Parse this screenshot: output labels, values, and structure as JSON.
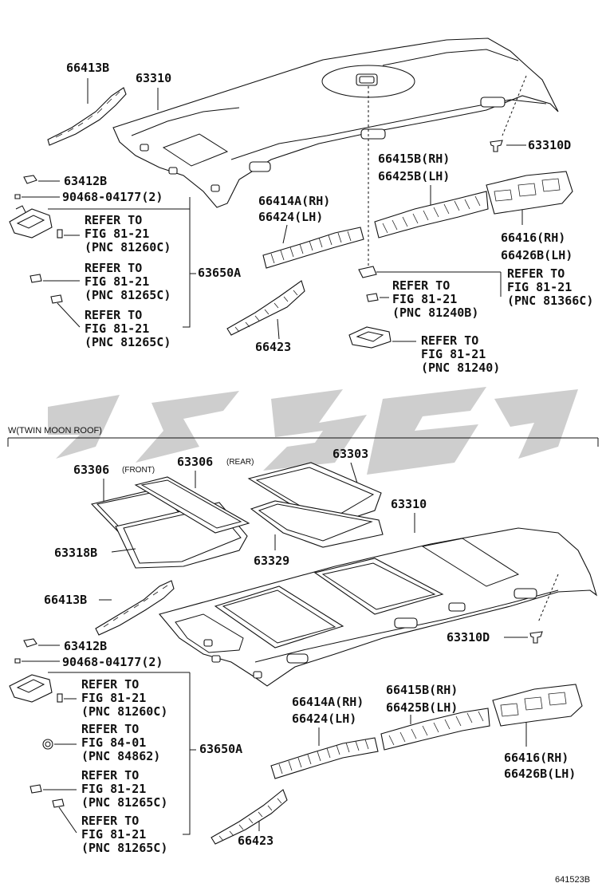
{
  "sections": {
    "top": {
      "labels": {
        "p66413B": "66413B",
        "p63310": "63310",
        "p63310D": "63310D",
        "p63412B": "63412B",
        "p90468": "90468-04177(2)",
        "p66415B": "66415B(RH)",
        "p66425B": "66425B(LH)",
        "p66414A": "66414A(RH)",
        "p66424": "66424(LH)",
        "p66416": "66416(RH)",
        "p66426B": "66426B(LH)",
        "p63650A": "63650A",
        "p66423": "66423"
      },
      "refs": [
        {
          "l1": "REFER TO",
          "l2": "FIG 81-21",
          "l3": "(PNC 81260C)"
        },
        {
          "l1": "REFER TO",
          "l2": "FIG 81-21",
          "l3": "(PNC 81265C)"
        },
        {
          "l1": "REFER TO",
          "l2": "FIG 81-21",
          "l3": "(PNC 81265C)"
        },
        {
          "l1": "REFER TO",
          "l2": "FIG 81-21",
          "l3": "(PNC 81240B)"
        },
        {
          "l1": "REFER TO",
          "l2": "FIG 81-21",
          "l3": "(PNC 81366C)"
        },
        {
          "l1": "REFER TO",
          "l2": "FIG 81-21",
          "l3": "(PNC 81240)"
        }
      ]
    },
    "bottom": {
      "caption": "W(TWIN MOON ROOF)",
      "labels": {
        "p63306f": "63306",
        "p63306f_note": "(FRONT)",
        "p63306r": "63306",
        "p63306r_note": "(REAR)",
        "p63303": "63303",
        "p63310": "63310",
        "p63318B": "63318B",
        "p63329": "63329",
        "p66413B": "66413B",
        "p63310D": "63310D",
        "p63412B": "63412B",
        "p90468": "90468-04177(2)",
        "p66415B": "66415B(RH)",
        "p66425B": "66425B(LH)",
        "p66414A": "66414A(RH)",
        "p66424": "66424(LH)",
        "p66416": "66416(RH)",
        "p66426B": "66426B(LH)",
        "p63650A": "63650A",
        "p66423": "66423"
      },
      "refs": [
        {
          "l1": "REFER TO",
          "l2": "FIG 81-21",
          "l3": "(PNC 81260C)"
        },
        {
          "l1": "REFER TO",
          "l2": "FIG 84-01",
          "l3": "(PNC 84862)"
        },
        {
          "l1": "REFER TO",
          "l2": "FIG 81-21",
          "l3": "(PNC 81265C)"
        },
        {
          "l1": "REFER TO",
          "l2": "FIG 81-21",
          "l3": "(PNC 81265C)"
        }
      ]
    }
  },
  "figure_id": "641523B"
}
